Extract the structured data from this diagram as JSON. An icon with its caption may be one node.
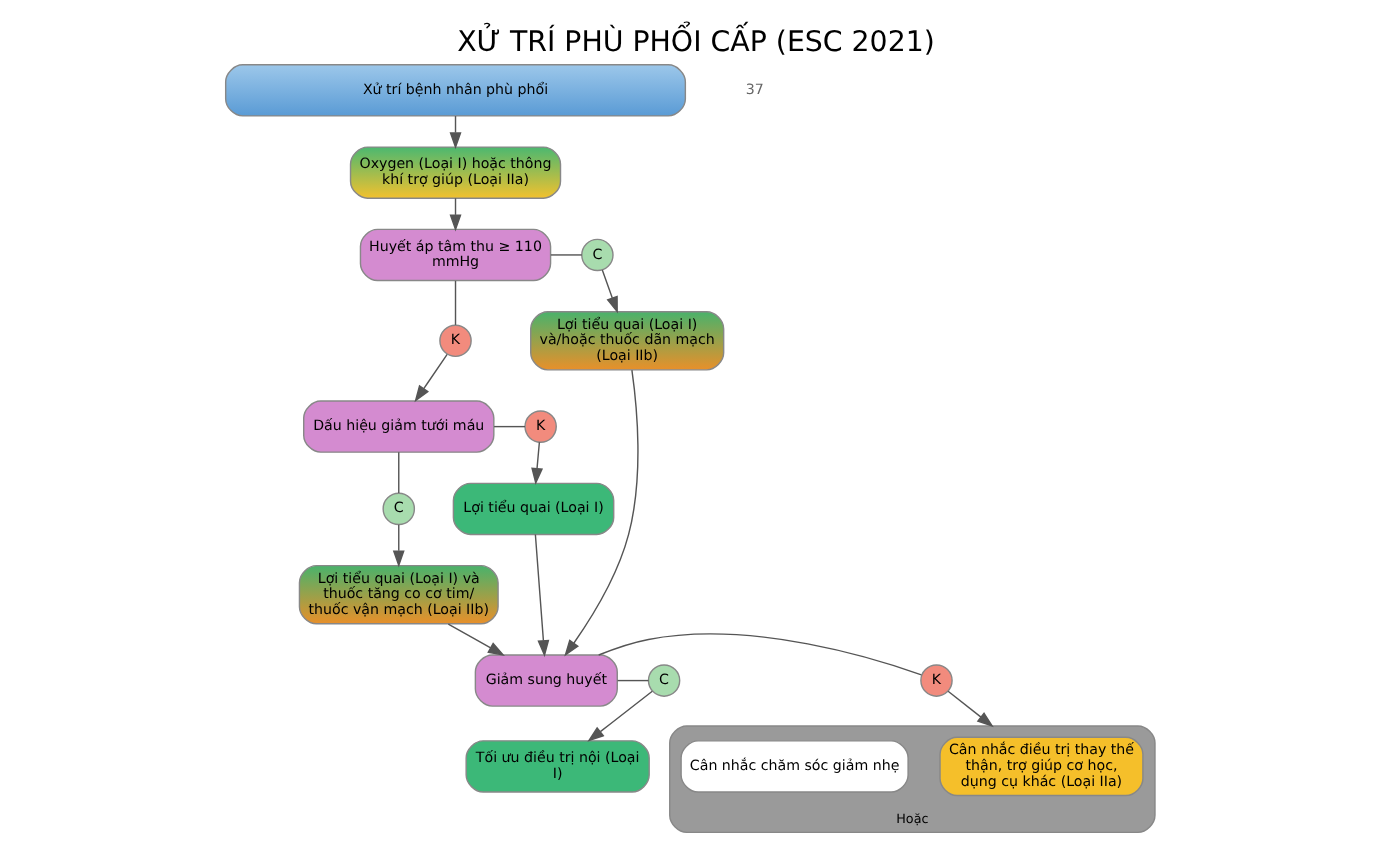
{
  "diagram": {
    "title": "XỬ TRÍ PHÙ PHỔI CẤP (ESC 2021)",
    "nodes": [
      {
        "text": [
          "Xử trí bệnh nhân phù phổi"
        ]
      },
      {
        "text": [
          "Oxygen (Loại I) hoặc thông khí trợ giúp (Loại IIa)"
        ]
      },
      {
        "text": [
          "Huyết áp tâm thu ≥ 110 mmHg"
        ]
      },
      {
        "text": [
          "C"
        ]
      },
      {
        "text": [
          "K"
        ]
      },
      {
        "text": [
          "Dấu hiệu giảm tưới máu"
        ]
      },
      {
        "text": [
          "K"
        ]
      },
      {
        "text": [
          "C"
        ]
      },
      {
        "text": [
          "Lợi tiểu quai (Loại I) và/hoặc thuốc dãn mạch (Loại IIb)"
        ]
      },
      {
        "text": [
          "Lợi tiểu quai (Loại I) và thuốc tăng co cơ tim/ thuốc vận mạch (Loại IIb)"
        ]
      },
      {
        "text": [
          "Lợi tiểu quai (Loại I)"
        ]
      },
      {
        "text": [
          "Giảm sung huyết"
        ]
      },
      {
        "text": [
          "K"
        ]
      },
      {
        "text": [
          "C"
        ]
      },
      {
        "text": [
          "Hoặc"
        ]
      },
      {
        "text": [
          "Cân nhắc điều trị thay thế thận, trợ giúp cơ học, dụng cụ khác (Loại IIa)"
        ],
        "in": 14
      },
      {
        "text": [
          "Cân nhắc chăm sóc giảm nhẹ"
        ],
        "in": 14
      },
      {
        "text": [
          "Tối ưu điều trị nội (Loại I)"
        ]
      }
    ],
    "edges": [
      {
        "from": 0,
        "to": 1,
        "arrow": "to"
      },
      {
        "from": 1,
        "to": 2,
        "arrow": "to"
      },
      {
        "from": 2,
        "to": 3,
        "arrow": "none"
      },
      {
        "from": 3,
        "to": 8,
        "arrow": "to"
      },
      {
        "from": 2,
        "to": 4,
        "arrow": "none"
      },
      {
        "from": 4,
        "to": 5,
        "arrow": "to"
      },
      {
        "from": 5,
        "to": 6,
        "arrow": "none"
      },
      {
        "from": 6,
        "to": 10,
        "arrow": "to"
      },
      {
        "from": 5,
        "to": 7,
        "arrow": "none"
      },
      {
        "from": 7,
        "to": 9,
        "arrow": "to"
      },
      {
        "from": 8,
        "to": 11,
        "arrow": "to"
      },
      {
        "from": 9,
        "to": 11,
        "arrow": "to"
      },
      {
        "from": 10,
        "to": 11,
        "arrow": "to"
      },
      {
        "from": 11,
        "to": 12,
        "arrow": "none"
      },
      {
        "from": 12,
        "to": 14,
        "arrow": "to"
      },
      {
        "from": 11,
        "to": 13,
        "arrow": "none"
      },
      {
        "from": 13,
        "to": 17,
        "arrow": "to"
      }
    ],
    "labels": [
      "37"
    ]
  }
}
